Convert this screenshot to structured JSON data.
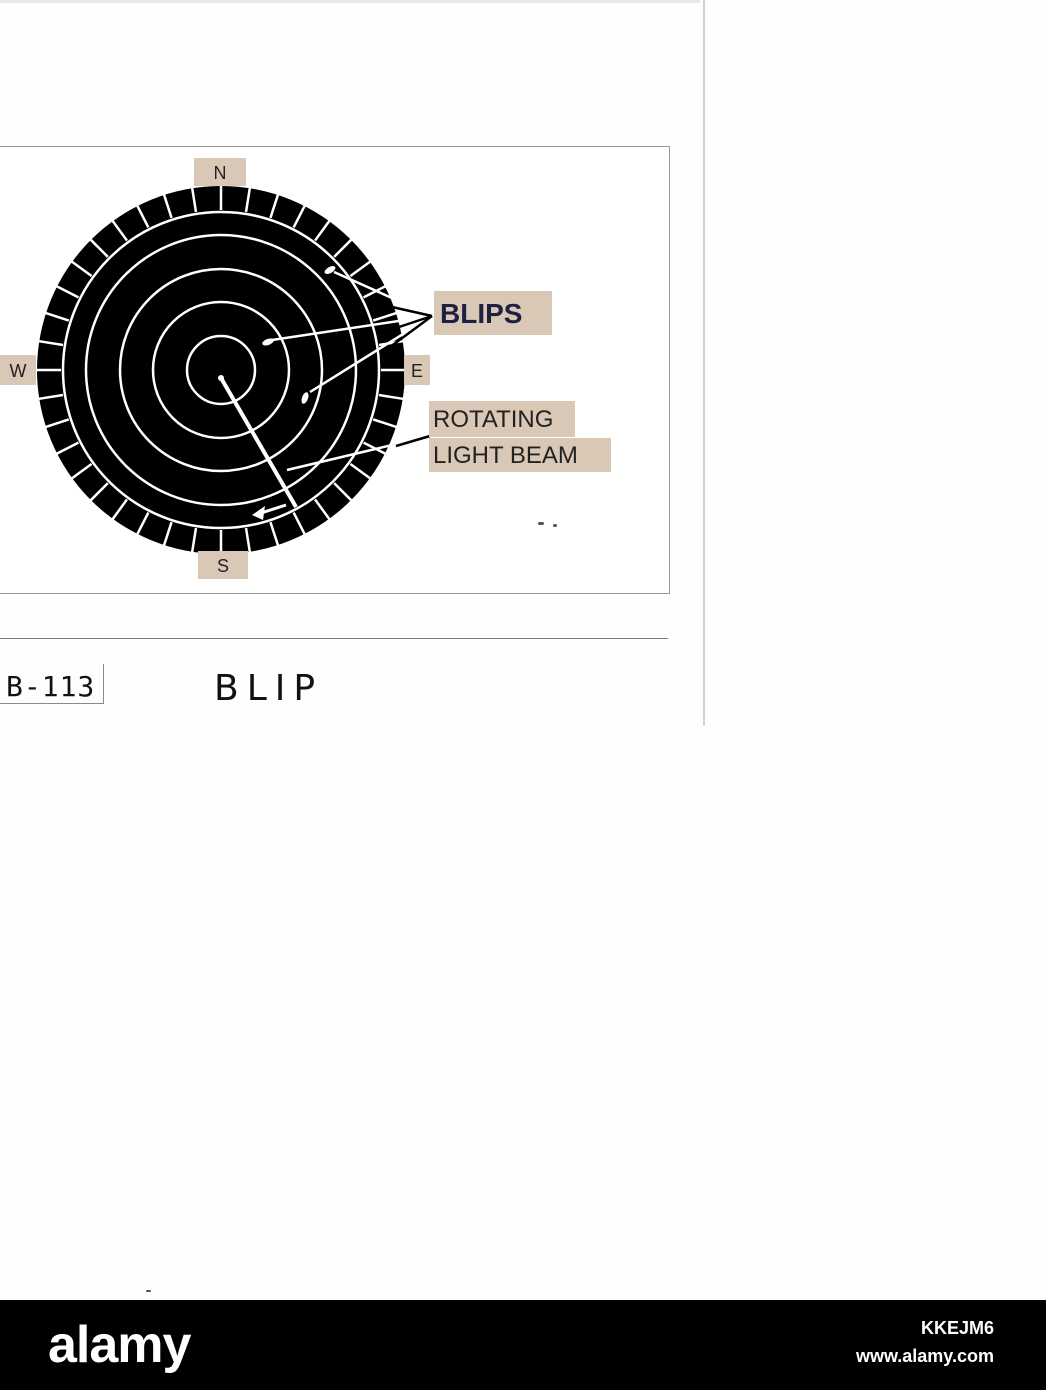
{
  "diagram": {
    "compass": {
      "north": "N",
      "south": "S",
      "west": "W",
      "east": "E"
    },
    "callouts": {
      "blips": "BLIPS",
      "beam_line1": "ROTATING",
      "beam_line2": "LIGHT BEAM"
    }
  },
  "card": {
    "code": "B-113",
    "title": "BLIP"
  },
  "watermark": {
    "brand": "alamy",
    "image_id": "KKEJM6",
    "url": "www.alamy.com"
  },
  "colors": {
    "scope": "#000000",
    "label_paper": "#d9c8b6",
    "lines": "#ffffff",
    "watermark_bar": "#000000"
  }
}
